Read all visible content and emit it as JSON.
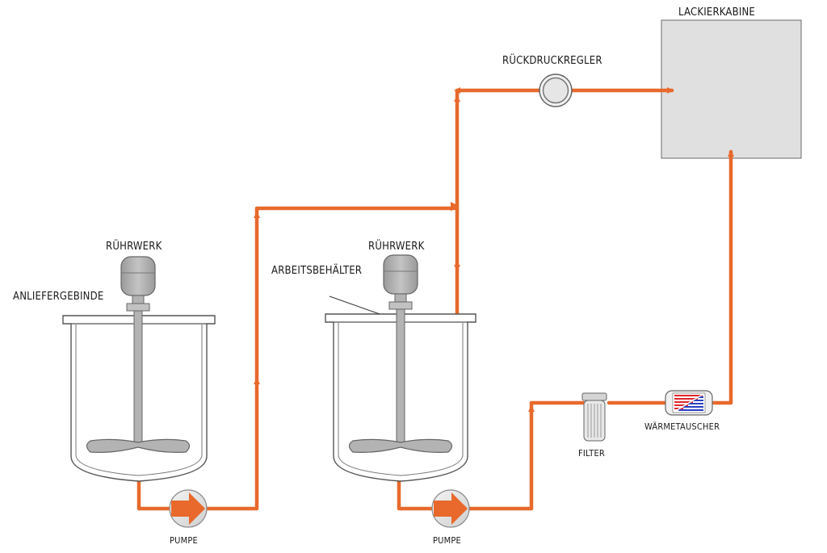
{
  "labels": {
    "lackierkabine": "LACKIERKABINE",
    "rueckdruckregler": "RÜCKDRUCKREGLER",
    "ruehrwerk_1": "RÜHRWERK",
    "ruehrwerk_2": "RÜHRWERK",
    "anliefergebinde": "ANLIEFERGEBINDE",
    "arbeitsbehaelter": "ARBEITSBEHÄLTER",
    "pumpe_1": "PUMPE",
    "pumpe_2": "PUMPE",
    "filter": "FILTER",
    "waermetauscher": "WÄRMETAUSCHER"
  },
  "colors": {
    "pipe": "#e8692b",
    "equipment_fill": "#b3b3b3",
    "equipment_stroke": "#6e6e6e",
    "booth_fill": "#e0e0e0",
    "heat_hot": "#e0262b",
    "heat_cold": "#2a3fc4"
  }
}
